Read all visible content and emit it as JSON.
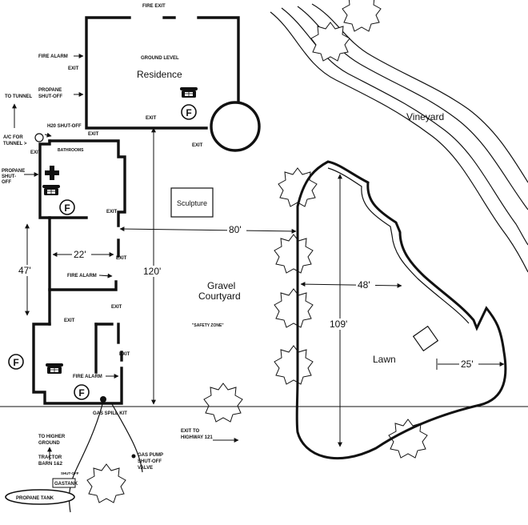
{
  "labels": {
    "fire_exit": "FIRE EXIT",
    "fire_alarm_top": "FIRE ALARM",
    "ground_level": "GROUND LEVEL",
    "exit_residence_left": "EXIT",
    "residence": "Residence",
    "propane_shutoff_top": [
      "PROPANE",
      "SHUT-OFF"
    ],
    "to_tunnel": "TO TUNNEL",
    "exit_residence_bottom": "EXIT",
    "h2o_shutoff": "H20 SHUT-OFF",
    "exit_bath_top": "EXIT",
    "ac_tunnel": [
      "A/C FOR",
      "TUNNEL >"
    ],
    "exit_bath_left": "EXIT",
    "bathrooms": "BATHROOMS",
    "exit_circle": "EXIT",
    "propane_shutoff_left": [
      "PROPANE",
      "SHUT-",
      "OFF"
    ],
    "exit_mid": "EXIT",
    "sculpture": "Sculpture",
    "exit_22": "EXIT",
    "fire_alarm_mid": "FIRE ALARM",
    "exit_lower": "EXIT",
    "exit_left_lower": "EXIT",
    "exit_right_lower": "EXIT",
    "fire_alarm_bottom": "FIRE ALARM",
    "gravel_courtyard": [
      "Gravel",
      "Courtyard"
    ],
    "safety_zone": "\"SAFETY ZONE\"",
    "vineyard": "Vineyard",
    "lawn": "Lawn",
    "gas_spill_kit": "GAS SPILL KIT",
    "exit_highway": [
      "EXIT TO",
      "HIGHWAY 121"
    ],
    "to_higher_ground": [
      "TO HIGHER",
      "GROUND"
    ],
    "tractor_barn": [
      "TRACTOR",
      "BARN 1&2"
    ],
    "gas_pump": [
      "GAS PUMP",
      "SHUT-OFF",
      "VALVE"
    ],
    "shut_off_small": "SHUT-OFF",
    "gastank": "GASTANK",
    "propane_tank": "PROPANE TANK",
    "fire_letter": "F"
  },
  "dimensions": {
    "courtyard_width": "80'",
    "courtyard_length": "120'",
    "building_width": "22'",
    "building_height": "47'",
    "lawn_width": "48'",
    "lawn_length": "109'",
    "lawn_side": "25'"
  },
  "colors": {
    "ink": "#111111",
    "paper": "#ffffff"
  },
  "icons": [
    "fire-extinguisher-icon",
    "telephone-icon",
    "first-aid-cross-icon",
    "tree-icon"
  ]
}
